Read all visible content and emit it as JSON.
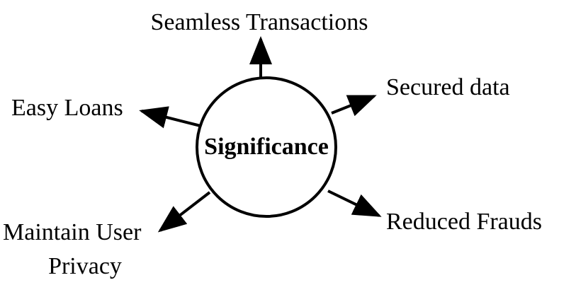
{
  "diagram": {
    "center": "Significance",
    "nodes": {
      "top": "Seamless Transactions",
      "top_right": "Secured data",
      "left": "Easy Loans",
      "bottom_right": "Reduced Frauds",
      "bottom_left_line1": "Maintain User",
      "bottom_left_line2": "Privacy"
    },
    "colors": {
      "stroke": "#000000",
      "background": "#ffffff"
    }
  }
}
